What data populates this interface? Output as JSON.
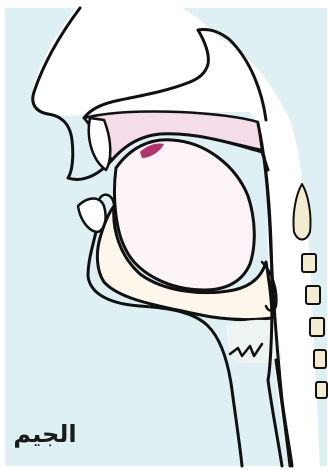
{
  "diagram": {
    "caption": "الجيم",
    "colors": {
      "background": "#dff0f5",
      "paper": "#ffffff",
      "outline": "#111111",
      "palate_fill": "#f4dce8",
      "contact_mark": "#b3336e",
      "mouth_cavity": "#fbf3f5",
      "tongue_fill": "#fdf6ea",
      "vertebra_fill": "#f4ecd0",
      "throat_fill": "#eef4f2"
    },
    "parts": [
      "nose",
      "upper-lip",
      "lower-lip",
      "upper-teeth",
      "lower-teeth",
      "hard-palate",
      "soft-palate",
      "tongue",
      "palatal-contact",
      "epiglottis",
      "vocal-cords",
      "trachea",
      "pharynx",
      "vertebrae"
    ]
  }
}
